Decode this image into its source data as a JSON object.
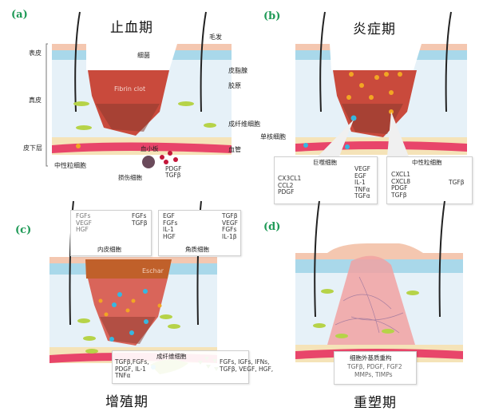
{
  "figure": {
    "panels": [
      {
        "id": "a",
        "label": "(a)",
        "title": "止血期",
        "clot_label": "Fibrin clot",
        "layer_labels": {
          "epidermis": "表皮",
          "dermis": "真皮",
          "hypodermis": "皮下层"
        },
        "annotations": {
          "hair": "毛发",
          "bacteria": "细菌",
          "sebaceous_gland": "皮脂腺",
          "collagen": "胶原",
          "fibroblast": "成纤维细胞",
          "blood_vessel": "血管",
          "neutrophil": "中性粒细胞"
        },
        "callout": {
          "title": "血小板",
          "cell": "损伤细胞",
          "factors": [
            "PDGF",
            "TGFβ"
          ]
        }
      },
      {
        "id": "b",
        "label": "(b)",
        "title": "炎症期",
        "annotations": {
          "monocyte": "单核细胞"
        },
        "callouts": [
          {
            "title": "巨噬细胞",
            "receptors": [
              "CX3CL1",
              "CCL2",
              "PDGF"
            ],
            "secreted": [
              "VEGF",
              "EGF",
              "IL-1",
              "TNFα",
              "TGFα"
            ]
          },
          {
            "title": "中性粒细胞",
            "receptors": [
              "CXCL1",
              "CXCL8",
              "PDGF",
              "TGFβ"
            ],
            "secreted": [
              "TGFβ"
            ]
          }
        ]
      },
      {
        "id": "c",
        "label": "(c)",
        "title": "增殖期",
        "eschar_label": "Eschar",
        "callouts": [
          {
            "title": "内皮细胞",
            "receptors": [
              "FGFs",
              "VEGF",
              "HGF"
            ],
            "secreted": [
              "FGFs",
              "TGFβ"
            ]
          },
          {
            "title": "角质细胞",
            "receptors": [
              "EGF",
              "FGFs",
              "IL-1",
              "HGF"
            ],
            "secreted": [
              "TGFβ",
              "VEGF",
              "FGFs",
              "IL-1β"
            ]
          },
          {
            "title": "成纤维细胞",
            "receptors": [
              "TGFβ,FGFs,",
              "PDGF, IL-1",
              "TNFα"
            ],
            "secreted": [
              "FGFs, IGFs, IFNs,",
              "TGFβ, VEGF, HGF,"
            ]
          }
        ]
      },
      {
        "id": "d",
        "label": "(d)",
        "title": "重塑期",
        "callout": {
          "title": "细胞外基质重构",
          "lines": [
            "TGFβ, PDGF, FGF2",
            "MMPs, TIMPs"
          ]
        }
      }
    ],
    "colors": {
      "label_green": "#1f9a57",
      "epidermis_top": "#f4c7b0",
      "epidermis_blue": "#a9d8ea",
      "dermis": "#e6f1f8",
      "hypodermis": "#f5e3b8",
      "vessel": "#e8456a",
      "clot": "#c94a3c",
      "clot_dark": "#8b3a2e",
      "fibroblast": "#b6d348",
      "macrophage": "#36b7e0",
      "neutrophil": "#f2a623",
      "eschar": "#c0602a",
      "remodel_pink": "#f1a2a2"
    }
  }
}
